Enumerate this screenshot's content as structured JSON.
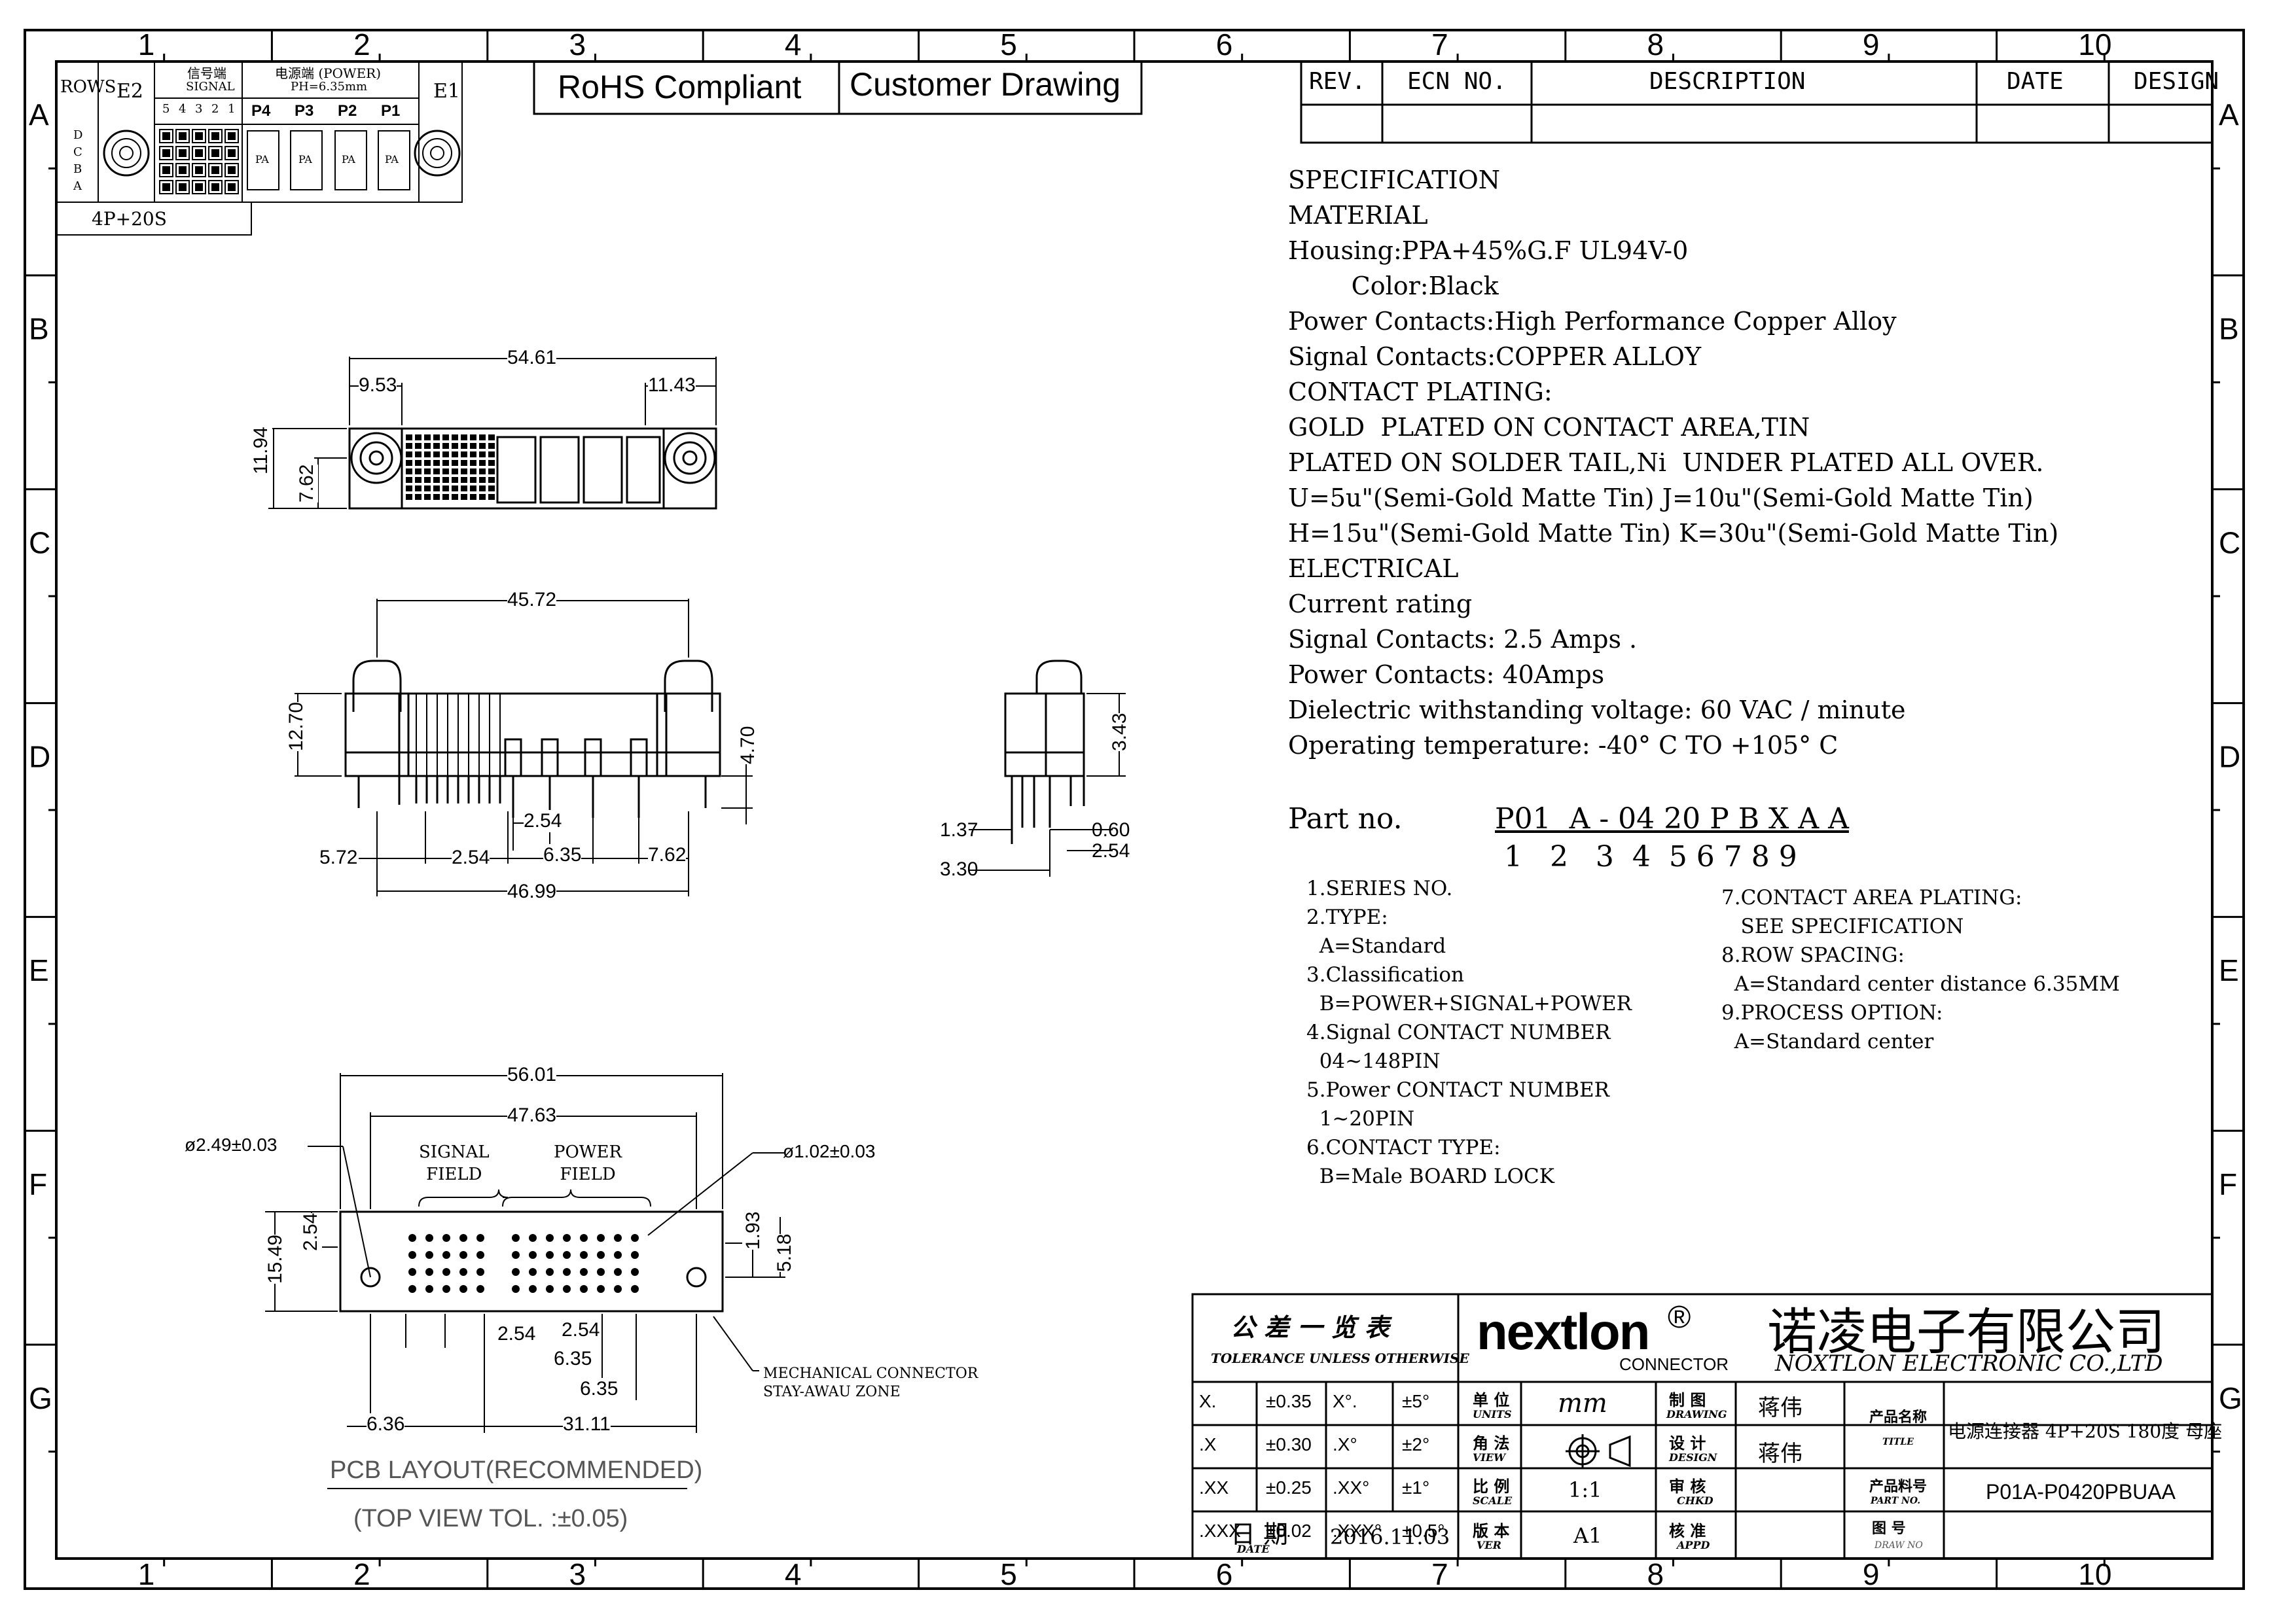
{
  "border": {
    "columns": [
      "1",
      "2",
      "3",
      "4",
      "5",
      "6",
      "7",
      "8",
      "9",
      "10"
    ],
    "rows": [
      "A",
      "B",
      "C",
      "D",
      "E",
      "F",
      "G"
    ]
  },
  "pinout": {
    "rows_label": "ROWS",
    "e2": "E2",
    "e1": "E1",
    "signal_label_cn": "信号端",
    "signal_label_en": "SIGNAL",
    "power_label_cn": "电源端 (POWER)",
    "power_pitch": "PH=6.35mm",
    "signal_cols": [
      "5",
      "4",
      "3",
      "2",
      "1"
    ],
    "power_cols": [
      "P4",
      "P3",
      "P2",
      "P1"
    ],
    "row_letters": [
      "D",
      "C",
      "B",
      "A"
    ],
    "pa": "PA",
    "config": "4P+20S"
  },
  "badges": {
    "rohs": "RoHS Compliant",
    "customer": "Customer Drawing"
  },
  "revision": {
    "headers": [
      "REV.",
      "ECN NO.",
      "DESCRIPTION",
      "DATE",
      "DESIGN"
    ]
  },
  "spec": {
    "lines": [
      "SPECIFICATION",
      "MATERIAL",
      "Housing:PPA+45%G.F UL94V-0",
      "        Color:Black",
      "Power Contacts:High Performance Copper Alloy",
      "Signal Contacts:COPPER ALLOY",
      "CONTACT PLATING:",
      "GOLD  PLATED ON CONTACT AREA,TIN",
      "PLATED ON SOLDER TAIL,Ni  UNDER PLATED ALL OVER.",
      "U=5u\"(Semi-Gold Matte Tin) J=10u\"(Semi-Gold Matte Tin)",
      "H=15u\"(Semi-Gold Matte Tin) K=30u\"(Semi-Gold Matte Tin)",
      "ELECTRICAL",
      "Current rating",
      "Signal Contacts: 2.5 Amps .",
      "Power Contacts: 40Amps",
      "Dielectric withstanding voltage: 60 VAC / minute",
      "Operating temperature: -40° C TO +105° C"
    ]
  },
  "partno": {
    "label": "Part no.",
    "code_line": "P01  A - 04 20 P B X A A",
    "index_line": " 1   2   3  4  5 6 7 8 9"
  },
  "legend_left": [
    "1.SERIES NO.",
    "2.TYPE:",
    "  A=Standard",
    "3.Classification",
    "  B=POWER+SIGNAL+POWER",
    "4.Signal CONTACT NUMBER",
    "  04~148PIN",
    "5.Power CONTACT NUMBER",
    "  1~20PIN",
    "6.CONTACT TYPE:",
    "  B=Male BOARD LOCK"
  ],
  "legend_right": [
    "7.CONTACT AREA PLATING:",
    "   SEE SPECIFICATION",
    "8.ROW SPACING:",
    "  A=Standard center distance 6.35MM",
    "9.PROCESS OPTION:",
    "  A=Standard center"
  ],
  "dims_top": {
    "overall": "54.61",
    "left": "9.53",
    "right": "11.43",
    "height": "11.94",
    "inner": "7.62"
  },
  "dims_front": {
    "top": "45.72",
    "height": "12.70",
    "pin": "4.70",
    "pitch": "2.54",
    "a": "5.72",
    "b": "2.54",
    "c": "6.35",
    "d": "7.62",
    "overall": "46.99"
  },
  "dims_side": {
    "h": "3.43",
    "a": "1.37",
    "b": "0.60",
    "c": "2.54",
    "d": "3.30"
  },
  "pcb": {
    "overall": "56.01",
    "inner": "47.63",
    "hole_big": "ø2.49±0.03",
    "hole_small": "ø1.02±0.03",
    "signal_field": "SIGNAL\nFIELD",
    "power_field": "POWER\nFIELD",
    "height": "15.49",
    "pitch_v": "2.54",
    "r1": "1.93",
    "r2": "5.18",
    "s1": "2.54",
    "s2": "2.54",
    "s3": "6.35",
    "s4": "6.35",
    "left": "6.36",
    "bottom": "31.11",
    "stay": "MECHANICAL CONNECTOR\nSTAY-AWAU ZONE",
    "caption": "PCB LAYOUT(RECOMMENDED)",
    "tol": "(TOP VIEW TOL. :±0.05)"
  },
  "titleblock": {
    "tol_title_cn": "公 差 一 览 表",
    "tol_title_en": "TOLERANCE UNLESS OTHERWISE",
    "tolerances": [
      [
        "X.",
        "±0.35",
        "X°.",
        "±5°"
      ],
      [
        ".X",
        "±0.30",
        ".X°",
        "±2°"
      ],
      [
        ".XX",
        "±0.25",
        ".XX°",
        "±1°"
      ],
      [
        ".XXX",
        "±0.02",
        ".XXX°",
        "±0.5°"
      ]
    ],
    "date_cn": "日 期",
    "date_en": "DATE",
    "date": "2016.11.03",
    "logo": "nextlon",
    "logo_reg": "®",
    "logo_sub": "CONNECTOR",
    "company_cn": "诺凌电子有限公司",
    "company_en": "NOXTLON ELECTRONIC CO.,LTD",
    "units_cn": "单 位",
    "units_en": "UNITS",
    "units": "mm",
    "view_cn": "角 法",
    "view_en": "VIEW",
    "scale_cn": "比 例",
    "scale_en": "SCALE",
    "scale": "1:1",
    "ver_cn": "版 本",
    "ver_en": "VER",
    "ver": "A1",
    "drawing_cn": "制 图",
    "drawing_en": "DRAWING",
    "drawer": "蒋伟",
    "design_cn": "设 计",
    "design_en": "DESIGN",
    "designer": "蒋伟",
    "chkd_cn": "审 核",
    "chkd_en": "CHKD",
    "appd_cn": "核 准",
    "appd_en": "APPD",
    "title_cn": "产品名称",
    "title_en": "TITLE",
    "title": "电源连接器 4P+20S 180度 母座",
    "partno_cn": "产品料号",
    "partno_en": "PART NO.",
    "partno": "P01A-P0420PBUAA",
    "drawno_cn": "图 号",
    "drawno_en": "DRAW NO"
  }
}
